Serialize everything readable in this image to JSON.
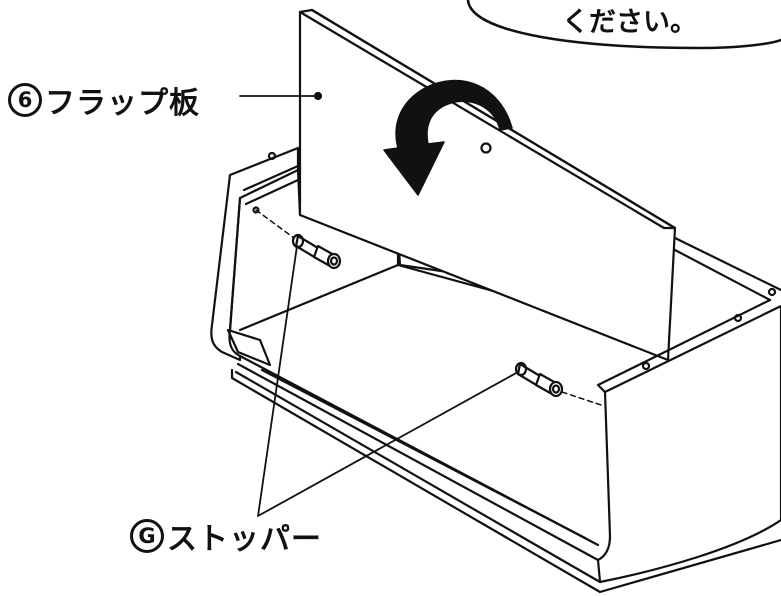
{
  "labels": {
    "flap": {
      "number": "6",
      "text": "フラップ板"
    },
    "stopper": {
      "letter": "G",
      "text": "ストッパー"
    }
  },
  "bubble": {
    "text": "ください。"
  },
  "icons": [
    "curved-arrow-icon",
    "stopper-pin-icon"
  ],
  "colors": {
    "line": "#111111",
    "background": "#ffffff",
    "arrow": "#111111"
  }
}
